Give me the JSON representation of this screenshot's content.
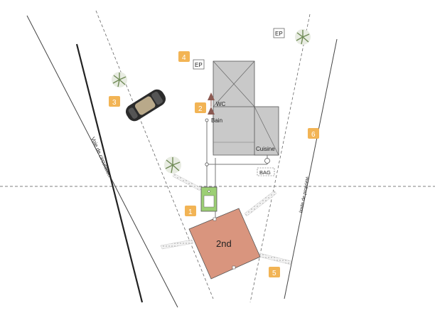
{
  "labels": {
    "road": "Voie de circulation",
    "property_limit": "limite de propriété",
    "wc": "WC",
    "bain": "Bain",
    "cuisine": "Cuisine",
    "bag": "BAG",
    "ep_top": "EP",
    "ep_left": "EP",
    "tank": "2nd"
  },
  "badges": [
    "1",
    "2",
    "3",
    "4",
    "5",
    "6"
  ],
  "colors": {
    "badge": "#f2b455",
    "house": "#c9c9c9",
    "tank": "#d9957e",
    "grease_trap": "#9ccf74",
    "car": "#2b2b2b"
  },
  "icons": [
    "tree-icon",
    "car-icon",
    "vent-icon"
  ]
}
